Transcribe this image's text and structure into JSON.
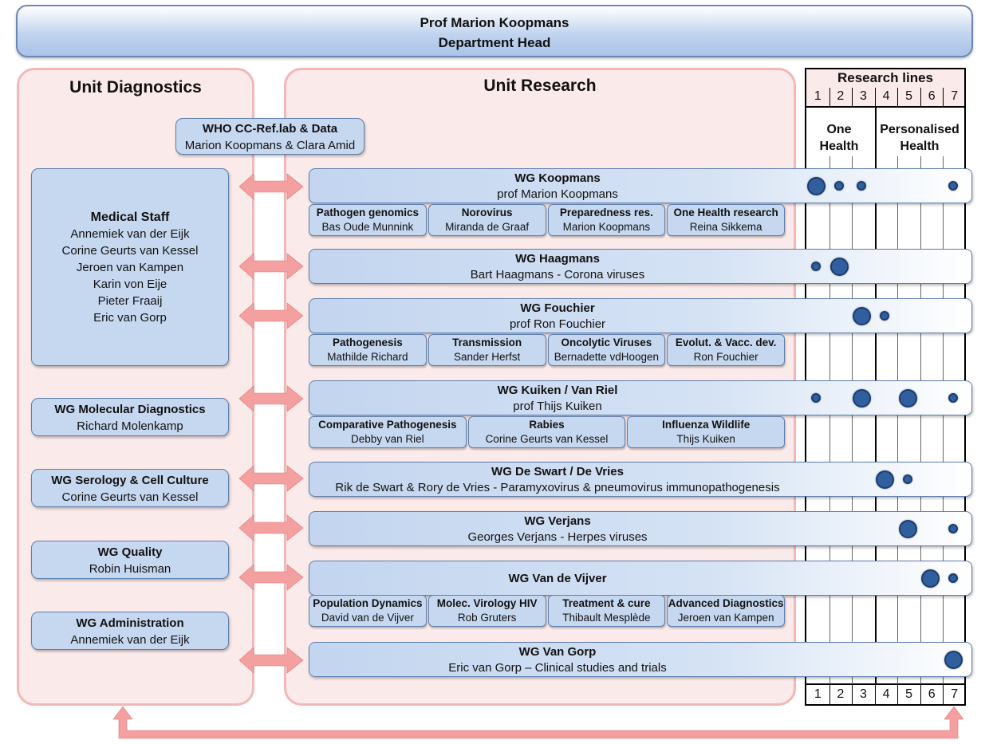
{
  "header": {
    "name": "Prof Marion Koopmans",
    "role": "Department Head"
  },
  "units": {
    "diagnostics": {
      "title": "Unit Diagnostics"
    },
    "research": {
      "title": "Unit Research"
    }
  },
  "who_box": {
    "title": "WHO CC-Ref.lab & Data",
    "people": "Marion Koopmans & Clara Amid"
  },
  "diagnostics_boxes": [
    {
      "title": "Medical Staff",
      "lines": [
        "Annemiek van der Eijk",
        "Corine Geurts van Kessel",
        "Jeroen van Kampen",
        "Karin von Eije",
        "Pieter Fraaij",
        "Eric van Gorp"
      ]
    },
    {
      "title": "WG Molecular Diagnostics",
      "lines": [
        "Richard Molenkamp"
      ]
    },
    {
      "title": "WG Serology & Cell Culture",
      "lines": [
        "Corine Geurts van Kessel"
      ]
    },
    {
      "title": "WG Quality",
      "lines": [
        "Robin Huisman"
      ]
    },
    {
      "title": "WG Administration",
      "lines": [
        "Annemiek van der Eijk"
      ]
    }
  ],
  "research_lines": {
    "title": "Research lines",
    "numbers": [
      "1",
      "2",
      "3",
      "4",
      "5",
      "6",
      "7"
    ],
    "group1": [
      "One",
      "Health"
    ],
    "group2": [
      "Personalised",
      "Health"
    ]
  },
  "working_groups": [
    {
      "title": "WG Koopmans",
      "subtitle": "prof Marion Koopmans",
      "subgroups": [
        [
          "Pathogen genomics",
          "Bas Oude Munnink"
        ],
        [
          "Norovirus",
          "Miranda de Graaf"
        ],
        [
          "Preparedness res.",
          "Marion Koopmans"
        ],
        [
          "One Health research",
          "Reina Sikkema"
        ]
      ],
      "dots": [
        {
          "line": 1,
          "size": "large"
        },
        {
          "line": 2,
          "size": "small"
        },
        {
          "line": 3,
          "size": "small"
        },
        {
          "line": 7,
          "size": "small"
        }
      ]
    },
    {
      "title": "WG Haagmans",
      "subtitle": "Bart Haagmans - Corona viruses",
      "subgroups": [],
      "dots": [
        {
          "line": 1,
          "size": "small"
        },
        {
          "line": 2,
          "size": "large"
        }
      ]
    },
    {
      "title": "WG Fouchier",
      "subtitle": "prof Ron Fouchier",
      "subgroups": [
        [
          "Pathogenesis",
          "Mathilde Richard"
        ],
        [
          "Transmission",
          "Sander Herfst"
        ],
        [
          "Oncolytic Viruses",
          "Bernadette vdHoogen"
        ],
        [
          "Evolut. & Vacc. dev.",
          "Ron Fouchier"
        ]
      ],
      "dots": [
        {
          "line": 3,
          "size": "large"
        },
        {
          "line": 4,
          "size": "small"
        }
      ]
    },
    {
      "title": "WG Kuiken / Van Riel",
      "subtitle": "prof Thijs Kuiken",
      "subgroups": [
        [
          "Comparative Pathogenesis",
          "Debby van Riel"
        ],
        [
          "Rabies",
          "Corine Geurts van Kessel"
        ],
        [
          "Influenza Wildlife",
          "Thijs Kuiken"
        ]
      ],
      "dots": [
        {
          "line": 1,
          "size": "small"
        },
        {
          "line": 3,
          "size": "large"
        },
        {
          "line": 5,
          "size": "large"
        },
        {
          "line": 7,
          "size": "small"
        }
      ]
    },
    {
      "title": "WG De Swart / De Vries",
      "subtitle": "Rik de Swart & Rory de Vries - Paramyxovirus & pneumovirus immunopathogenesis",
      "subgroups": [],
      "dots": [
        {
          "line": 4,
          "size": "large"
        },
        {
          "line": 5,
          "size": "small"
        }
      ]
    },
    {
      "title": "WG Verjans",
      "subtitle": "Georges Verjans - Herpes viruses",
      "subgroups": [],
      "dots": [
        {
          "line": 5,
          "size": "large"
        },
        {
          "line": 7,
          "size": "small"
        }
      ]
    },
    {
      "title": "WG Van de Vijver",
      "subtitle": "",
      "subgroups": [
        [
          "Population Dynamics",
          "David van de Vijver"
        ],
        [
          "Molec. Virology HIV",
          "Rob Gruters"
        ],
        [
          "Treatment & cure",
          "Thibault Mesplède"
        ],
        [
          "Advanced Diagnostics",
          "Jeroen van Kampen"
        ]
      ],
      "dots": [
        {
          "line": 6,
          "size": "large"
        },
        {
          "line": 7,
          "size": "small"
        }
      ]
    },
    {
      "title": "WG Van Gorp",
      "subtitle": "Eric van Gorp – Clinical studies and trials",
      "subgroups": [],
      "dots": [
        {
          "line": 7,
          "size": "large"
        }
      ]
    }
  ],
  "colors": {
    "arrow": "#f4a0a0",
    "dot": "#2f5f9e",
    "box": "#c6d8f0",
    "unit_bg": "#fbeaea"
  }
}
